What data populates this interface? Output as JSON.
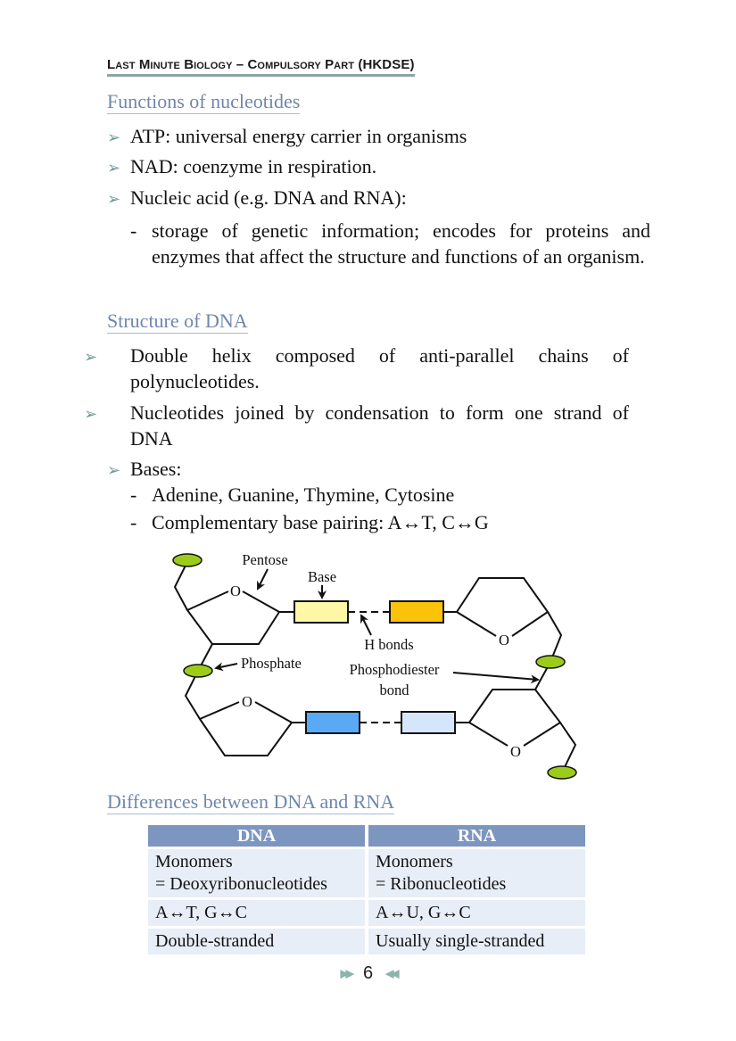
{
  "running_head": "Last Minute Biology – Compulsory Part (HKDSE)",
  "sections": {
    "functions": {
      "title": "Functions of nucleotides",
      "bullets": [
        "ATP: universal energy carrier in organisms",
        "NAD: coenzyme in respiration.",
        "Nucleic acid (e.g. DNA and RNA):"
      ],
      "sub_items": [
        "storage of genetic information; encodes for proteins and enzymes that affect the structure and functions of an organism."
      ]
    },
    "structure": {
      "title": "Structure of DNA",
      "bullets": [
        "Double helix composed of anti-parallel chains of polynucleotides.",
        "Nucleotides joined by condensation to form one strand of DNA",
        "Bases:"
      ],
      "sub_items": [
        "Adenine, Guanine, Thymine, Cytosine",
        "Complementary base pairing: A↔T, C↔G"
      ]
    },
    "differences": {
      "title": "Differences between DNA and RNA",
      "table": {
        "headers": [
          "DNA",
          "RNA"
        ],
        "rows": [
          [
            "Monomers\n= Deoxyribonucleotides",
            "Monomers\n= Ribonucleotides"
          ],
          [
            "A↔T, G↔C",
            "A↔U, G↔C"
          ],
          [
            "Double-stranded",
            "Usually single-stranded"
          ]
        ]
      }
    }
  },
  "diagram": {
    "labels": {
      "pentose": "Pentose",
      "base": "Base",
      "h_bonds": "H bonds",
      "phosphate": "Phosphate",
      "phosphodiester_line1": "Phosphodiester",
      "phosphodiester_line2": "bond",
      "oxygen": "O"
    },
    "colors": {
      "phosphate": "#9ccc1a",
      "base_top_left": "#fdf7a6",
      "base_top_right": "#fbc20a",
      "base_bottom_left": "#5aa9f5",
      "base_bottom_right": "#d6e6fa"
    }
  },
  "footer": {
    "page_number": "6",
    "left_ornament": "▶▶",
    "right_ornament": "◀◀"
  },
  "colors": {
    "heading": "#6f86ad",
    "table_header": "#7d96c0",
    "table_cell": "#e8eef7",
    "bullet_arrow": "#6f9b98"
  }
}
